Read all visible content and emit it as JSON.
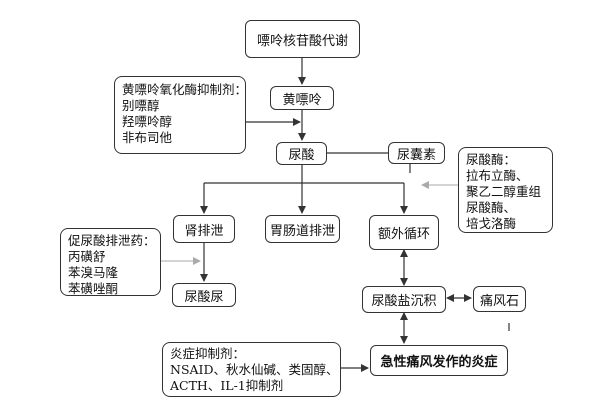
{
  "nodes": {
    "purine_metabolism": "嘌呤核苷酸代谢",
    "xanthine": "黄嘌呤",
    "uric_acid": "尿酸",
    "allantoin": "尿囊素",
    "renal_excretion": "肾排泄",
    "gi_excretion": "胃肠道排泄",
    "extra_circulation": "额外循环",
    "urate_urine": "尿酸尿",
    "urate_deposition": "尿酸盐沉积",
    "tophus": "痛风石",
    "acute_gout": "急性痛风发作的炎症"
  },
  "notes": {
    "xo_inhibitors": {
      "title": "黄嘌呤氧化酶抑制剂：",
      "items": [
        "别嘌醇",
        "羟嘌呤醇",
        "非布司他"
      ]
    },
    "uricase": {
      "title": "尿酸酶：",
      "items": [
        "拉布立酶、",
        "聚乙二醇重组",
        "尿酸酶、",
        "培戈洛酶"
      ]
    },
    "uricosurics": {
      "title": "促尿酸排泄药：",
      "items": [
        "丙磺舒",
        "苯溴马隆",
        "苯磺唑酮"
      ]
    },
    "anti_inflammatory": {
      "title": "炎症抑制剂：",
      "items": [
        "NSAID、秋水仙碱、类固醇、",
        "ACTH、IL-1抑制剂"
      ]
    }
  },
  "colors": {
    "line": "#333333",
    "muted_arrow": "#aaaaaa"
  }
}
